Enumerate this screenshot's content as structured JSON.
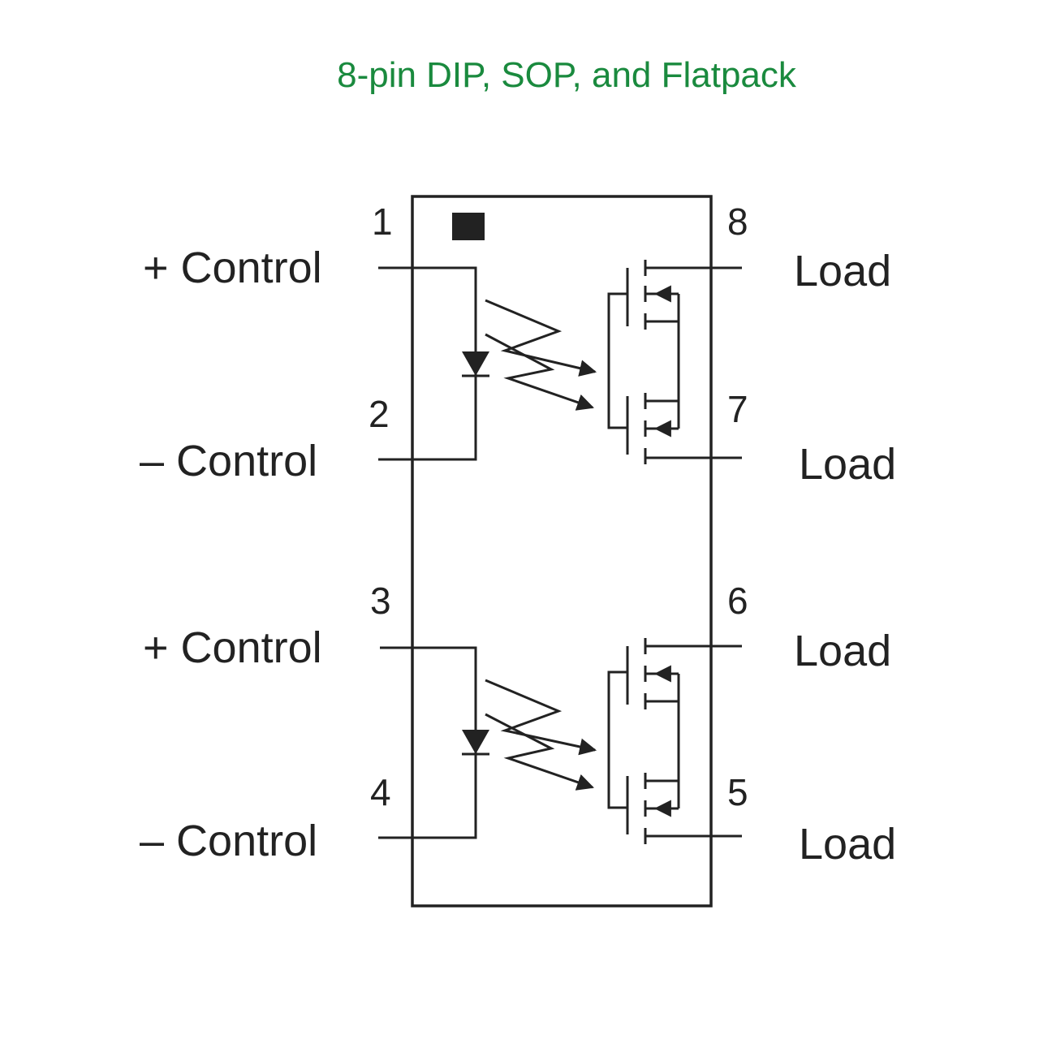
{
  "title": "8-pin DIP, SOP, and Flatpack",
  "pins": [
    {
      "number": "1",
      "label": "+ Control"
    },
    {
      "number": "2",
      "label": "– Control"
    },
    {
      "number": "3",
      "label": "+ Control"
    },
    {
      "number": "4",
      "label": "– Control"
    },
    {
      "number": "5",
      "label": "Load"
    },
    {
      "number": "6",
      "label": "Load"
    },
    {
      "number": "7",
      "label": "Load"
    },
    {
      "number": "8",
      "label": "Load"
    }
  ],
  "colors": {
    "title": "#1a8a3e",
    "lines": "#222222"
  }
}
